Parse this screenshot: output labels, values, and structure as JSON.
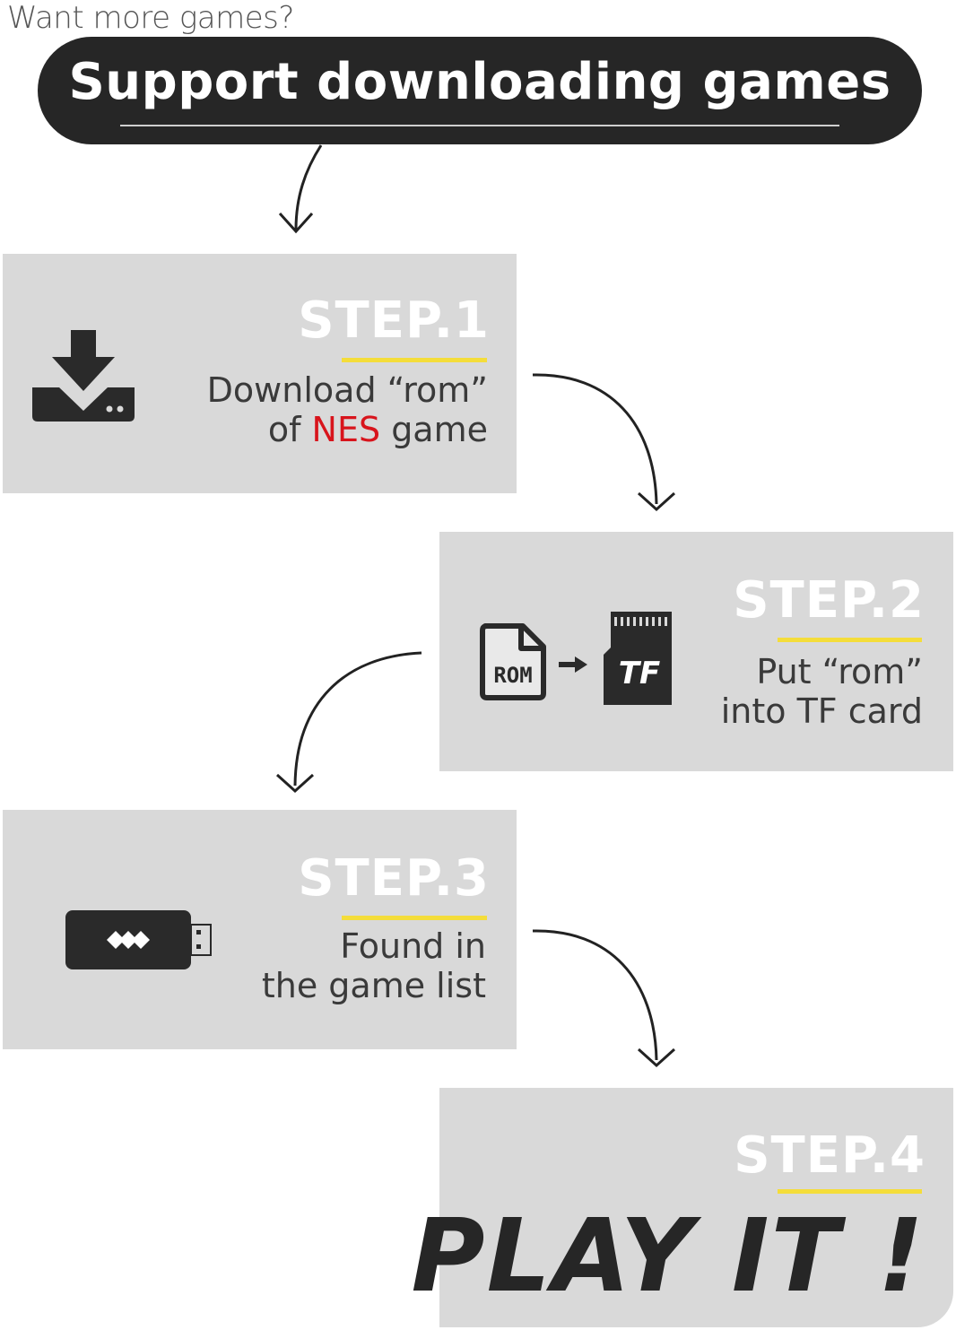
{
  "tagline": "Want more games?",
  "banner": {
    "title": "Support downloading games"
  },
  "colors": {
    "card_bg": "#d9d9d9",
    "accent_yellow": "#f4dd3a",
    "highlight_red": "#d8141c",
    "dark": "#262626"
  },
  "steps": [
    {
      "title": "STEP.1",
      "line1": "Download “rom”",
      "line2_pre": "of ",
      "line2_red": "NES",
      "line2_post": " game",
      "icon": "download-icon"
    },
    {
      "title": "STEP.2",
      "line1": "Put “rom”",
      "line2": "into TF card",
      "icons": [
        "rom-file-icon",
        "arrow-right-icon",
        "tf-card-icon"
      ],
      "rom_label": "ROM",
      "tf_label": "TF"
    },
    {
      "title": "STEP.3",
      "line1": "Found in",
      "line2": "the game list",
      "icon": "usb-stick-icon"
    },
    {
      "title": "STEP.4",
      "big": "PLAY IT !"
    }
  ]
}
